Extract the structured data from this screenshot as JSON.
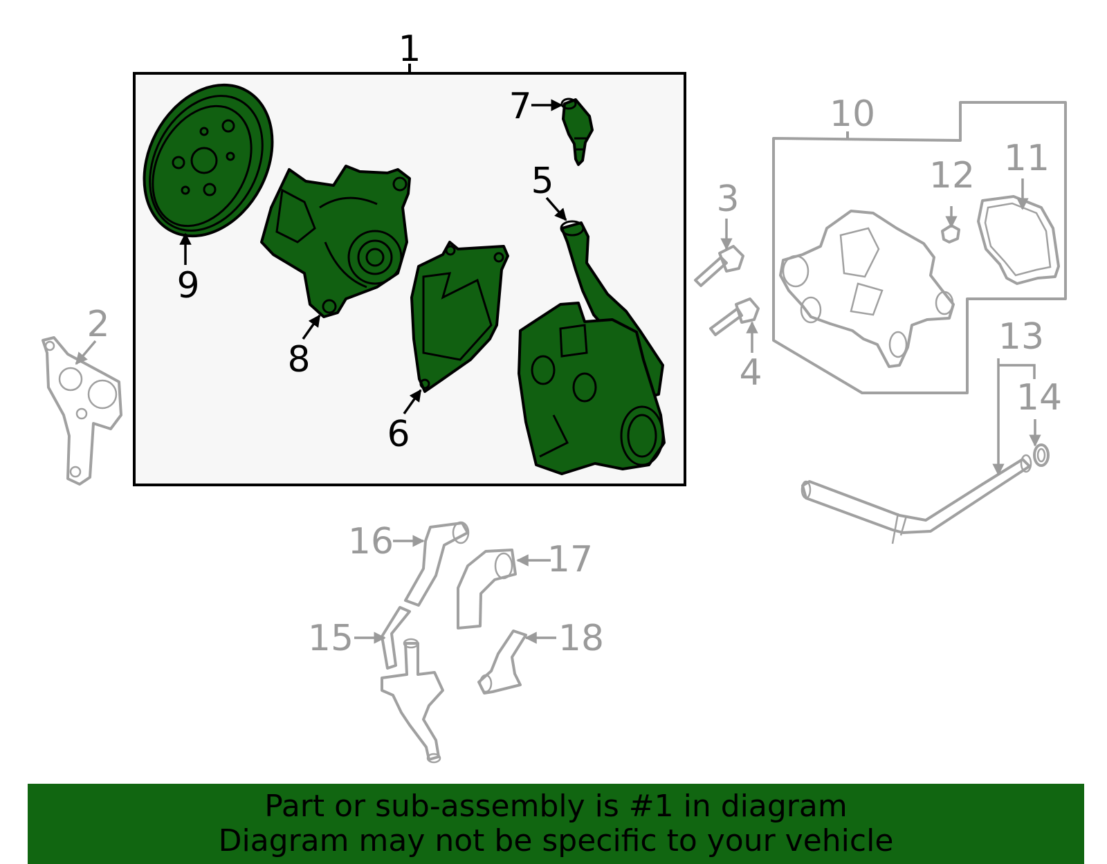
{
  "callouts": {
    "c1": "1",
    "c2": "2",
    "c3": "3",
    "c4": "4",
    "c5": "5",
    "c6": "6",
    "c7": "7",
    "c8": "8",
    "c9": "9",
    "c10": "10",
    "c11": "11",
    "c12": "12",
    "c13": "13",
    "c14": "14",
    "c15": "15",
    "c16": "16",
    "c17": "17",
    "c18": "18"
  },
  "highlight_color": "#116011",
  "banner": {
    "line1": "Part or sub-assembly is #1 in diagram",
    "line2": "Diagram may not be specific to your vehicle",
    "background_color": "#116611"
  }
}
